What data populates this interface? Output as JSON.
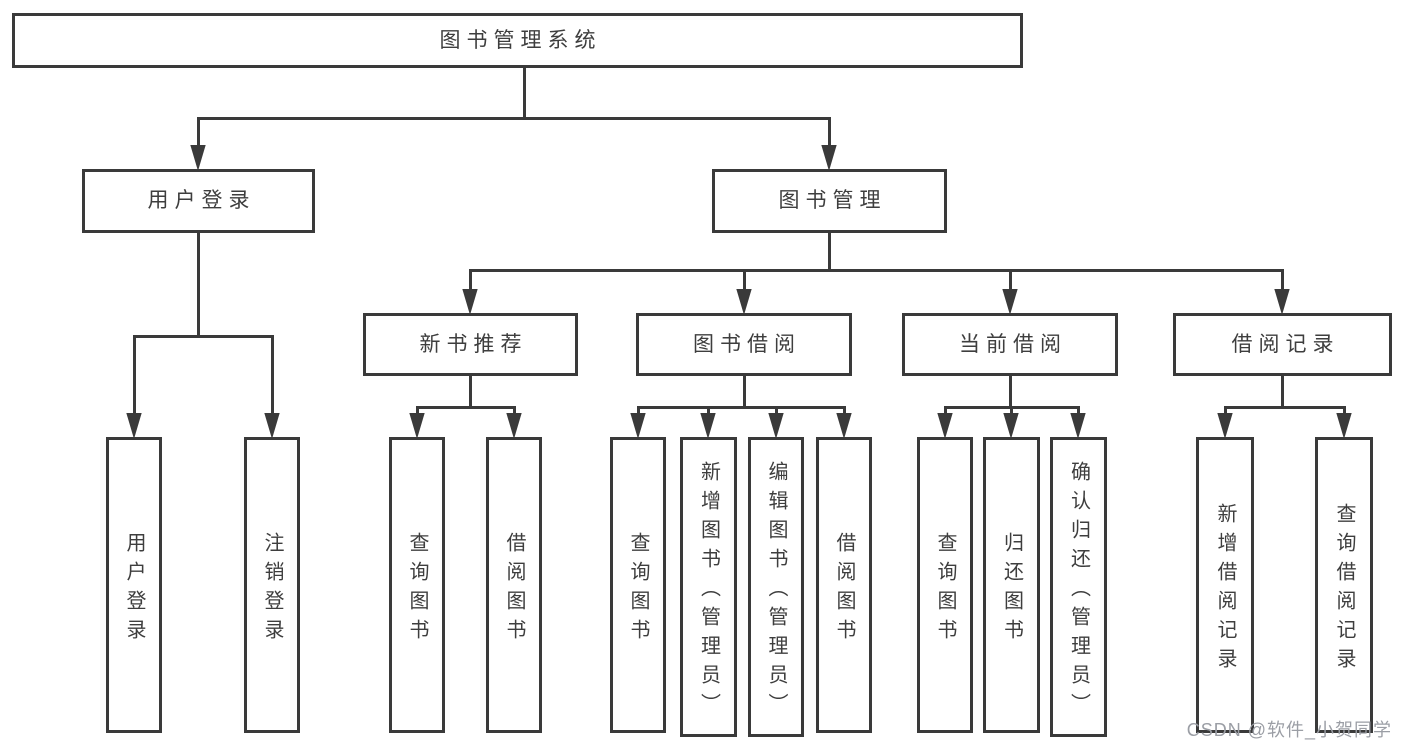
{
  "diagram": {
    "type": "tree",
    "title": "图书管理系统"
  },
  "nodes": [
    {
      "id": "root",
      "label": "图书管理系统",
      "parent": null
    },
    {
      "id": "user-login",
      "label": "用户登录",
      "parent": "root"
    },
    {
      "id": "book-mgmt",
      "label": "图书管理",
      "parent": "root"
    },
    {
      "id": "new-book-rec",
      "label": "新书推荐",
      "parent": "book-mgmt"
    },
    {
      "id": "book-borrow",
      "label": "图书借阅",
      "parent": "book-mgmt"
    },
    {
      "id": "current-borrow",
      "label": "当前借阅",
      "parent": "book-mgmt"
    },
    {
      "id": "borrow-records",
      "label": "借阅记录",
      "parent": "book-mgmt"
    },
    {
      "id": "leaf-user-login",
      "label": "用户登录",
      "parent": "user-login"
    },
    {
      "id": "leaf-logout-login",
      "label": "注销登录",
      "parent": "user-login"
    },
    {
      "id": "leaf-query-book-1",
      "label": "查询图书",
      "parent": "new-book-rec"
    },
    {
      "id": "leaf-borrow-book-1",
      "label": "借阅图书",
      "parent": "new-book-rec"
    },
    {
      "id": "leaf-query-book-2",
      "label": "查询图书",
      "parent": "book-borrow"
    },
    {
      "id": "leaf-add-book",
      "label": "新增图书（管理员）",
      "parent": "book-borrow"
    },
    {
      "id": "leaf-edit-book",
      "label": "编辑图书（管理员）",
      "parent": "book-borrow"
    },
    {
      "id": "leaf-borrow-book-2",
      "label": "借阅图书",
      "parent": "book-borrow"
    },
    {
      "id": "leaf-query-book-3",
      "label": "查询图书",
      "parent": "current-borrow"
    },
    {
      "id": "leaf-return-book",
      "label": "归还图书",
      "parent": "current-borrow"
    },
    {
      "id": "leaf-confirm-return",
      "label": "确认归还（管理员）",
      "parent": "current-borrow"
    },
    {
      "id": "leaf-add-borrow-record",
      "label": "新增借阅记录",
      "parent": "borrow-records"
    },
    {
      "id": "leaf-query-borrow-record",
      "label": "查询借阅记录",
      "parent": "borrow-records"
    }
  ],
  "watermark": {
    "text": "CSDN @软件_小贺同学"
  },
  "colors": {
    "line": "#3a3a3a",
    "text": "#3e3e3e",
    "watermark": "#9b9ea5",
    "background": "#ffffff"
  }
}
